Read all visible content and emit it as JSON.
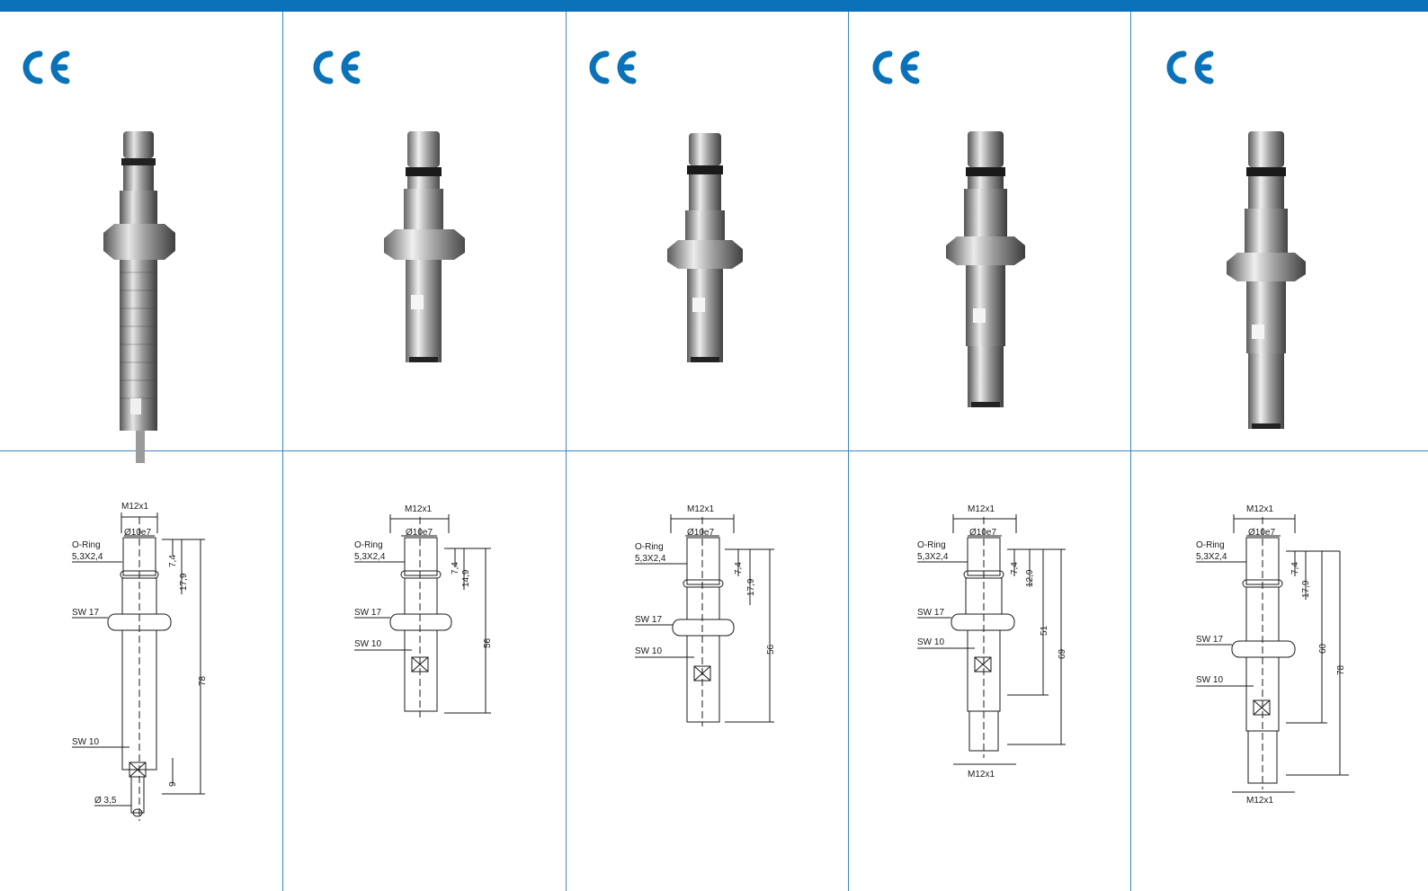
{
  "brand_color": "#0a72b9",
  "ce_mark": "CE",
  "columns": [
    {
      "photo": {
        "icon": "sensor-cable-photo"
      },
      "drawing": {
        "thread": "M12x1",
        "diameter": "Ø10e7",
        "oring_label": "O-Ring",
        "oring_size": "5,3X2,4",
        "sw_a": "SW 17",
        "sw_b": "SW 10",
        "d1": "7,4",
        "d2": "17,9",
        "d3": "78",
        "d4": "9",
        "cable": "Ø 3,5"
      }
    },
    {
      "photo": {
        "icon": "sensor-short-connector-photo"
      },
      "drawing": {
        "thread": "M12x1",
        "diameter": "Ø10e7",
        "oring_label": "O-Ring",
        "oring_size": "5,3X2,4",
        "sw_a": "SW 17",
        "sw_b": "SW 10",
        "d1": "7,4",
        "d2": "14,9",
        "d3": "56"
      }
    },
    {
      "photo": {
        "icon": "sensor-short-connector-photo"
      },
      "drawing": {
        "thread": "M12x1",
        "diameter": "Ø10e7",
        "oring_label": "O-Ring",
        "oring_size": "5,3X2,4",
        "sw_a": "SW 17",
        "sw_b": "SW 10",
        "d1": "7,4",
        "d2": "17,9",
        "d3": "56"
      }
    },
    {
      "photo": {
        "icon": "sensor-long-connector-photo"
      },
      "drawing": {
        "thread": "M12x1",
        "diameter": "Ø10e7",
        "oring_label": "O-Ring",
        "oring_size": "5,3X2,4",
        "sw_a": "SW 17",
        "sw_b": "SW 10",
        "d1": "7,4",
        "d2": "12,9",
        "d3": "51",
        "d4": "69",
        "bottom_thread": "M12x1"
      }
    },
    {
      "photo": {
        "icon": "sensor-long-connector-photo"
      },
      "drawing": {
        "thread": "M12x1",
        "diameter": "Ø10e7",
        "oring_label": "O-Ring",
        "oring_size": "5,3X2,4",
        "sw_a": "SW 17",
        "sw_b": "SW 10",
        "d1": "7,4",
        "d2": "17,9",
        "d3": "60",
        "d4": "78",
        "bottom_thread": "M12x1"
      }
    }
  ]
}
